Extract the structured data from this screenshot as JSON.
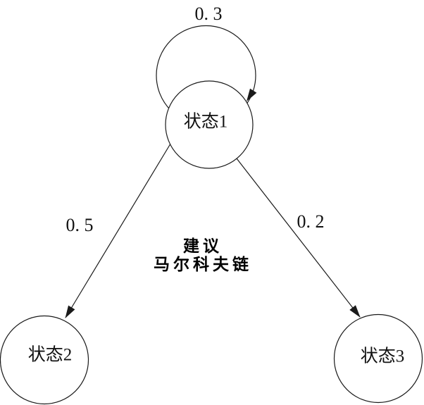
{
  "diagram": {
    "type": "markov-chain",
    "caption": {
      "line1": "建议",
      "line2": "马尔科夫链"
    },
    "states": [
      {
        "id": "state-1",
        "label": "状态1"
      },
      {
        "id": "state-2",
        "label": "状态2"
      },
      {
        "id": "state-3",
        "label": "状态3"
      }
    ],
    "transitions": [
      {
        "from": "state-1",
        "to": "state-1",
        "label": "0. 3",
        "value": 0.3
      },
      {
        "from": "state-1",
        "to": "state-2",
        "label": "0. 5",
        "value": 0.5
      },
      {
        "from": "state-1",
        "to": "state-3",
        "label": "0. 2",
        "value": 0.2
      }
    ],
    "colors": {
      "stroke": "#1a1a1a",
      "text": "#000000",
      "background": "#ffffff"
    }
  }
}
